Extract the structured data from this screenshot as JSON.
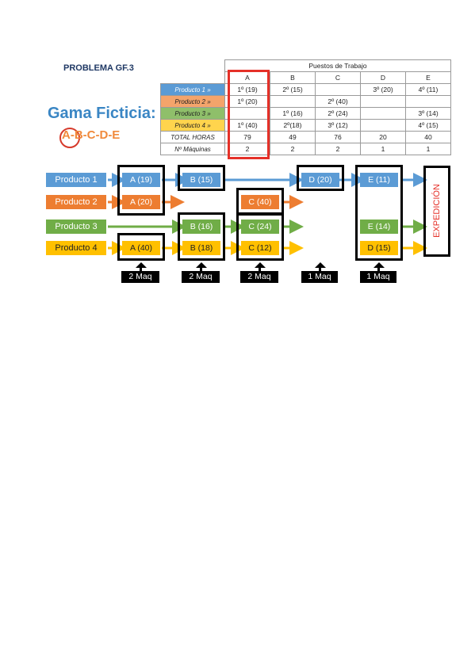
{
  "title": "PROBLEMA GF.3",
  "table": {
    "header": "Puestos de Trabajo",
    "columns": [
      "A",
      "B",
      "C",
      "D",
      "E"
    ],
    "rows": [
      {
        "label": "Producto 1 »",
        "cells": [
          "1º (19)",
          "2º (15)",
          "",
          "3º (20)",
          "4º (11)"
        ]
      },
      {
        "label": "Producto 2 »",
        "cells": [
          "1º (20)",
          "",
          "2º (40)",
          "",
          ""
        ]
      },
      {
        "label": "Producto 3 »",
        "cells": [
          "",
          "1º (16)",
          "2º (24)",
          "",
          "3º (14)"
        ]
      },
      {
        "label": "Producto 4 »",
        "cells": [
          "1º (40)",
          "2º(18)",
          "3º (12)",
          "",
          "4º (15)"
        ]
      },
      {
        "label": "TOTAL HORAS",
        "cells": [
          "79",
          "49",
          "76",
          "20",
          "40"
        ]
      },
      {
        "label": "Nº Máquinas",
        "cells": [
          "2",
          "2",
          "2",
          "1",
          "1"
        ]
      }
    ]
  },
  "gama": {
    "title": "Gama Ficticia:",
    "sequence": "A-B-C-D-E"
  },
  "colors": {
    "p1": "#5b9bd5",
    "p2": "#ed7d31",
    "p3": "#70ad47",
    "p4": "#ffc000",
    "highlight": "#e53028"
  },
  "flow": {
    "products": [
      "Producto 1",
      "Producto 2",
      "Producto 3",
      "Producto 4"
    ],
    "machines": {
      "p1": [
        "A (19)",
        "B (15)",
        "D (20)",
        "E (11)"
      ],
      "p2": [
        "A (20)",
        "C (40)"
      ],
      "p3": [
        "B (16)",
        "C (24)",
        "E (14)"
      ],
      "p4": [
        "A (40)",
        "B (18)",
        "C (12)",
        "D (15)"
      ]
    },
    "maq_labels": [
      "2 Maq",
      "2 Maq",
      "2 Maq",
      "1 Maq",
      "1 Maq"
    ],
    "expedicion": "EXPEDICIÓN"
  }
}
